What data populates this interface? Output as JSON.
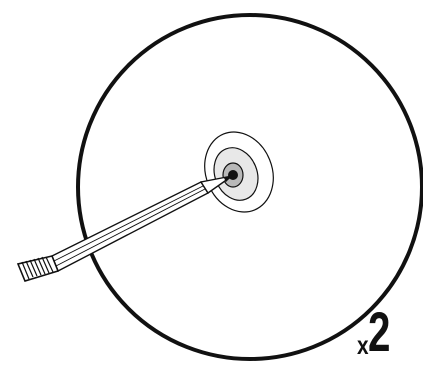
{
  "instruction": {
    "quantity_prefix": "x",
    "quantity_value": "2"
  },
  "illustration": {
    "parts": [
      "disc-outline",
      "mark-target",
      "pencil-icon"
    ],
    "colors": {
      "stroke": "#111111",
      "ring_outer_fill": "#ffffff",
      "ring_middle_fill": "#e8e8e8",
      "ring_inner_fill": "#b8b8b8",
      "mark_center_fill": "#111111"
    }
  }
}
